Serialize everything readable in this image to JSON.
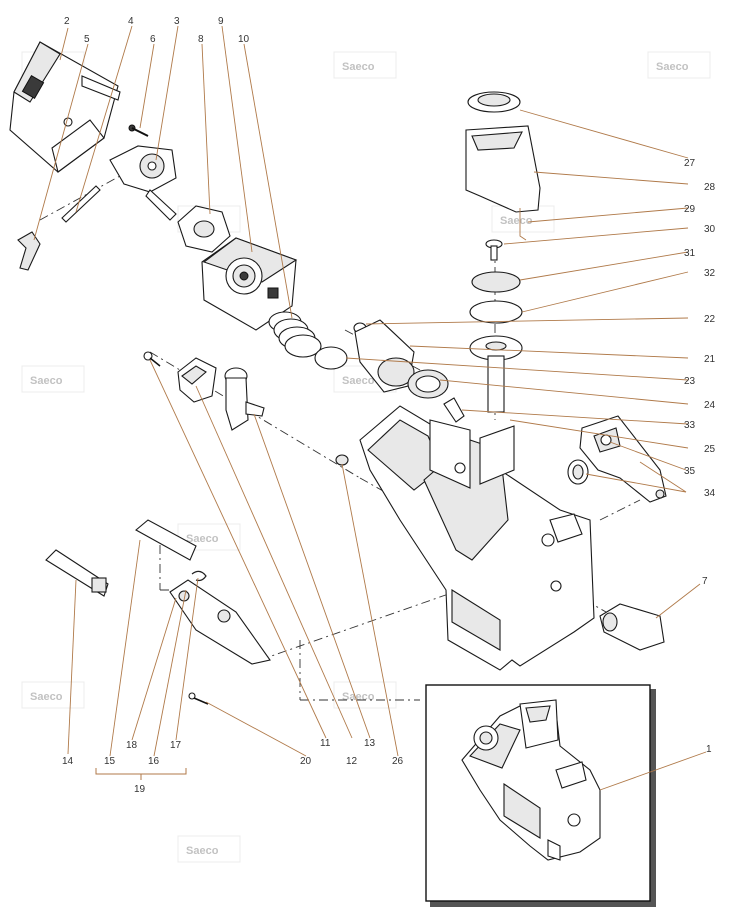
{
  "watermark": {
    "text": "Saeco"
  },
  "callouts": {
    "c1": "1",
    "c2": "2",
    "c3": "3",
    "c4": "4",
    "c5": "5",
    "c6": "6",
    "c7": "7",
    "c8": "8",
    "c9": "9",
    "c10": "10",
    "c11": "11",
    "c12": "12",
    "c13": "13",
    "c14": "14",
    "c15": "15",
    "c16": "16",
    "c17": "17",
    "c18": "18",
    "c19": "19",
    "c20": "20",
    "c21": "21",
    "c22": "22",
    "c23": "23",
    "c24": "24",
    "c25": "25",
    "c26": "26",
    "c27": "27",
    "c28": "28",
    "c29": "29",
    "c30": "30",
    "c31": "31",
    "c32": "32",
    "c33": "33",
    "c34": "34",
    "c35": "35"
  }
}
